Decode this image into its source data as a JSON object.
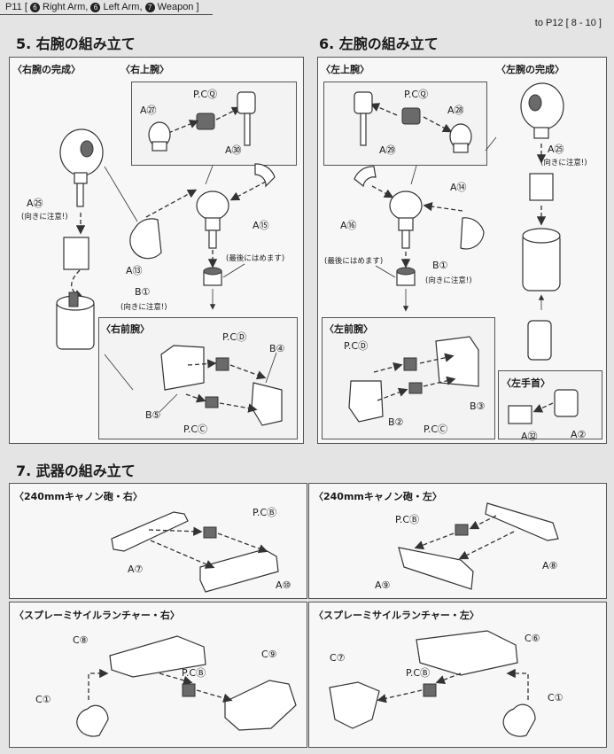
{
  "header": {
    "page": "P11",
    "open_bracket": "[",
    "items": [
      {
        "num": "6",
        "label": "Right Arm,"
      },
      {
        "num": "6",
        "label": "Left Arm,"
      },
      {
        "num": "7",
        "label": "Weapon"
      }
    ],
    "close_bracket": "]",
    "next_ref": "to P12 [ 8 - 10 ]"
  },
  "sections": {
    "s5": {
      "title": "5. 右腕の組み立て"
    },
    "s6": {
      "title": "6. 左腕の組み立て"
    },
    "s7": {
      "title": "7. 武器の組み立て"
    }
  },
  "s5": {
    "complete": "〈右腕の完成〉",
    "upper": "〈右上腕〉",
    "fore": "〈右前腕〉",
    "labels": {
      "pcq": "P.CⓆ",
      "a27": "A㉗",
      "a30": "A㉚",
      "a15": "A⑮",
      "a13": "A⑬",
      "b1": "B①",
      "a25": "A㉕",
      "b4": "B④",
      "b5": "B⑤",
      "pcd": "P.CⒹ",
      "pcc": "P.CⒸ"
    },
    "notes": {
      "orient1": "(向きに注意!)",
      "last": "(最後にはめます)",
      "orient2": "(向きに注意!)"
    }
  },
  "s6": {
    "upper": "〈左上腕〉",
    "complete": "〈左腕の完成〉",
    "fore": "〈左前腕〉",
    "hand": "〈左手首〉",
    "labels": {
      "pcq": "P.CⓆ",
      "a28": "A㉘",
      "a29": "A㉙",
      "a14": "A⑭",
      "a16": "A⑯",
      "b1": "B①",
      "a25": "A㉕",
      "pcd": "P.CⒹ",
      "b3": "B③",
      "b2": "B②",
      "pcc": "P.CⒸ",
      "a32": "A㉜",
      "a2": "A②"
    },
    "notes": {
      "last": "(最後にはめます)",
      "orient1": "(向きに注意!)",
      "orient2": "(向きに注意!)"
    }
  },
  "s7": {
    "cannon_r": "〈240mmキャノン砲・右〉",
    "cannon_l": "〈240mmキャノン砲・左〉",
    "launcher_r": "〈スプレーミサイルランチャー・右〉",
    "launcher_l": "〈スプレーミサイルランチャー・左〉",
    "labels": {
      "pcb1": "P.CⒷ",
      "a7": "A⑦",
      "a10": "A⑩",
      "pcb2": "P.CⒷ",
      "a8": "A⑧",
      "a9": "A⑨",
      "c8": "C⑧",
      "pcb3": "P.CⒷ",
      "c9": "C⑨",
      "c1a": "C①",
      "c6": "C⑥",
      "c7": "C⑦",
      "pcb4": "P.CⒷ",
      "c1b": "C①"
    }
  }
}
